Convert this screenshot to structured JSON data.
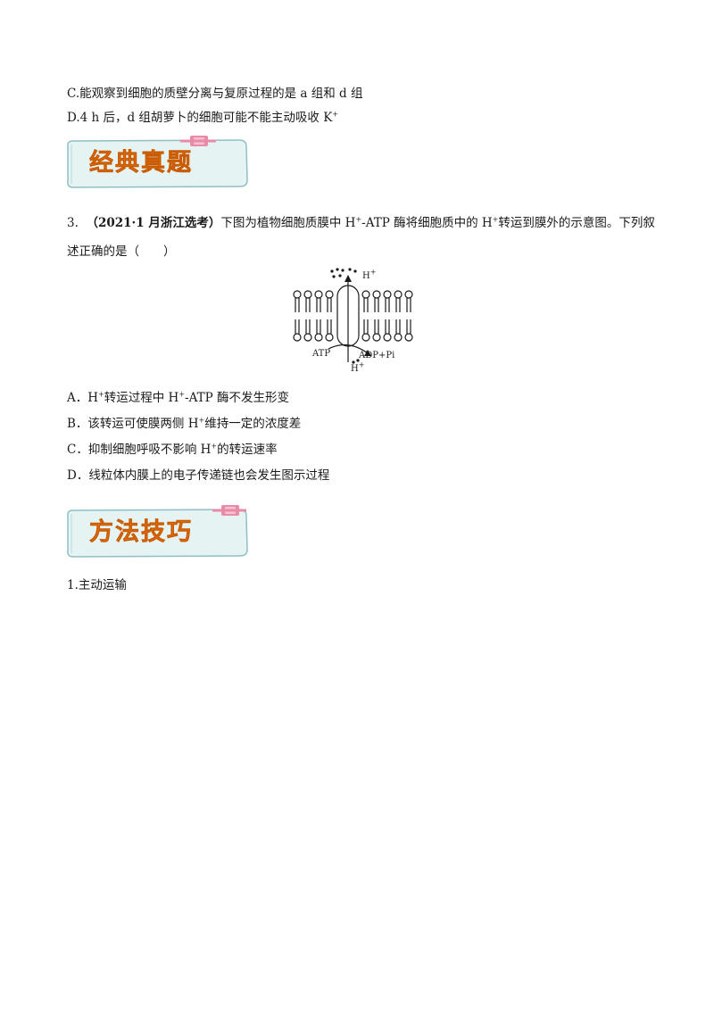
{
  "prev_options": {
    "c": "C.能观察到细胞的质壁分离与复原过程的是 a 组和 d 组",
    "d_main": "D.4 h 后，d 组胡萝卜的细胞可能不能主动吸收 K",
    "d_sup": "+"
  },
  "section1": {
    "title": "经典真题"
  },
  "question": {
    "number": "3.",
    "source": "（2021·1 月浙江选考）",
    "stem_a": "下图为植物细胞质膜中 H",
    "stem_b": "-ATP 酶将细胞质中的 H",
    "stem_c": "转运到膜外的示意图。下列叙",
    "stem_line2": "述正确的是（　　）",
    "sup_plus": "+"
  },
  "diagram": {
    "top_label": "H",
    "top_sup": "+",
    "left_label": "ATP",
    "right_label": "ADP+Pi",
    "bottom_label": "H",
    "bottom_sup": "+"
  },
  "options": {
    "a_1": "A．H",
    "a_2": "转运过程中 H",
    "a_3": "-ATP 酶不发生形变",
    "b_1": "B．该转运可使膜两侧 H",
    "b_2": "维持一定的浓度差",
    "c_1": "C．抑制细胞呼吸不影响 H",
    "c_2": "的转运速率",
    "d": "D．线粒体内膜上的电子传递链也会发生图示过程"
  },
  "section2": {
    "title": "方法技巧"
  },
  "method": {
    "item1": "1.主动运输"
  },
  "colors": {
    "banner_text": "#f07a1a",
    "banner_bg": "#e6f3f3",
    "banner_clip": "#e88aa8"
  }
}
